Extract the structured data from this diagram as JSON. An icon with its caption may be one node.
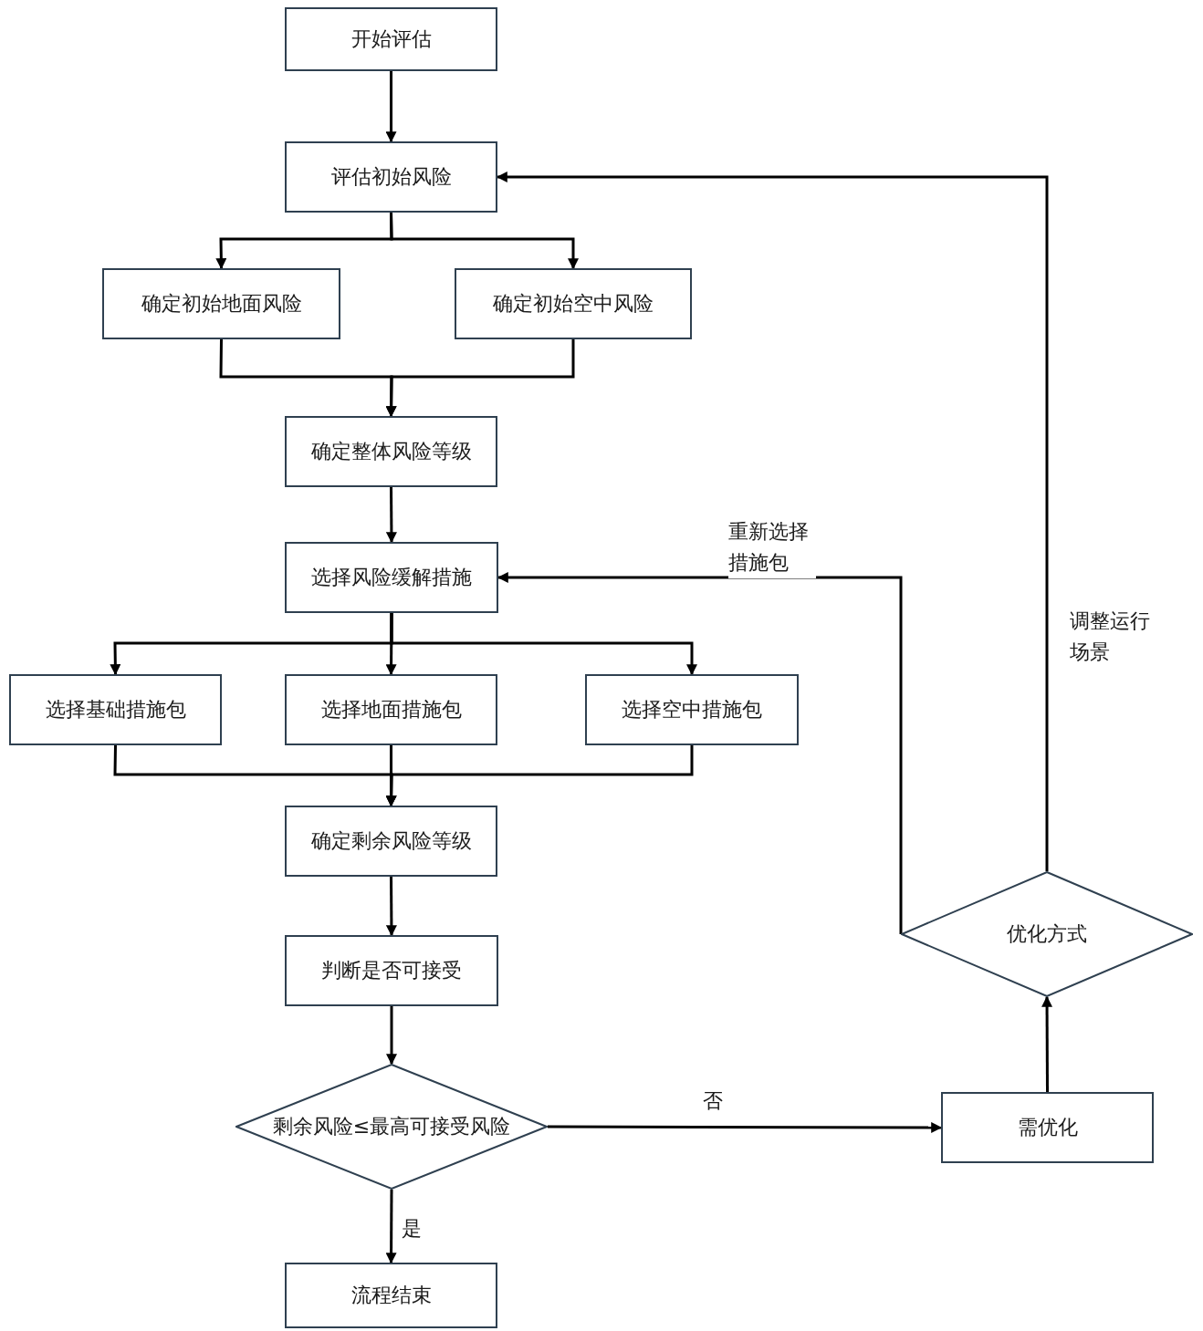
{
  "diagram": {
    "nodes": [
      {
        "text": [
          "开始评估"
        ]
      },
      {
        "text": [
          "评估初始风险"
        ]
      },
      {
        "text": [
          "确定初始地面风险"
        ]
      },
      {
        "text": [
          "确定初始空中风险"
        ]
      },
      {
        "text": [
          "确定整体风险等级"
        ]
      },
      {
        "text": [
          "选择风险缓解措施"
        ]
      },
      {
        "text": [
          "选择基础措施包"
        ]
      },
      {
        "text": [
          "选择地面措施包"
        ]
      },
      {
        "text": [
          "选择空中措施包"
        ]
      },
      {
        "text": [
          "确定剩余风险等级"
        ]
      },
      {
        "text": [
          "判断是否可接受"
        ]
      },
      {
        "text": [
          "剩余风险≤最高可接受风险"
        ]
      },
      {
        "text": [
          "流程结束"
        ]
      },
      {
        "text": [
          "需优化"
        ]
      },
      {
        "text": [
          "优化方式"
        ]
      }
    ],
    "edges": [
      {
        "from": 0,
        "to": 1,
        "arrow": "to"
      },
      {
        "from": 1,
        "to": 2,
        "arrow": "to"
      },
      {
        "from": 1,
        "to": 3,
        "arrow": "to"
      },
      {
        "from": 2,
        "to": 4,
        "arrow": "to"
      },
      {
        "from": 3,
        "to": 4,
        "arrow": "to"
      },
      {
        "from": 4,
        "to": 5,
        "arrow": "to"
      },
      {
        "from": 5,
        "to": 6,
        "arrow": "to"
      },
      {
        "from": 5,
        "to": 7,
        "arrow": "to"
      },
      {
        "from": 5,
        "to": 8,
        "arrow": "to"
      },
      {
        "from": 6,
        "to": 9,
        "arrow": "to"
      },
      {
        "from": 7,
        "to": 9,
        "arrow": "to"
      },
      {
        "from": 8,
        "to": 9,
        "arrow": "to"
      },
      {
        "from": 9,
        "to": 10,
        "arrow": "to"
      },
      {
        "from": 10,
        "to": 11,
        "arrow": "to"
      },
      {
        "from": 11,
        "to": 12,
        "arrow": "to",
        "label": "是"
      },
      {
        "from": 11,
        "to": 13,
        "arrow": "to",
        "label": "否"
      },
      {
        "from": 13,
        "to": 14,
        "arrow": "to"
      },
      {
        "from": 14,
        "to": 5,
        "arrow": "to",
        "label": "重新选择措施包"
      },
      {
        "from": 14,
        "to": 1,
        "arrow": "to",
        "label": "调整运行场景"
      }
    ]
  }
}
